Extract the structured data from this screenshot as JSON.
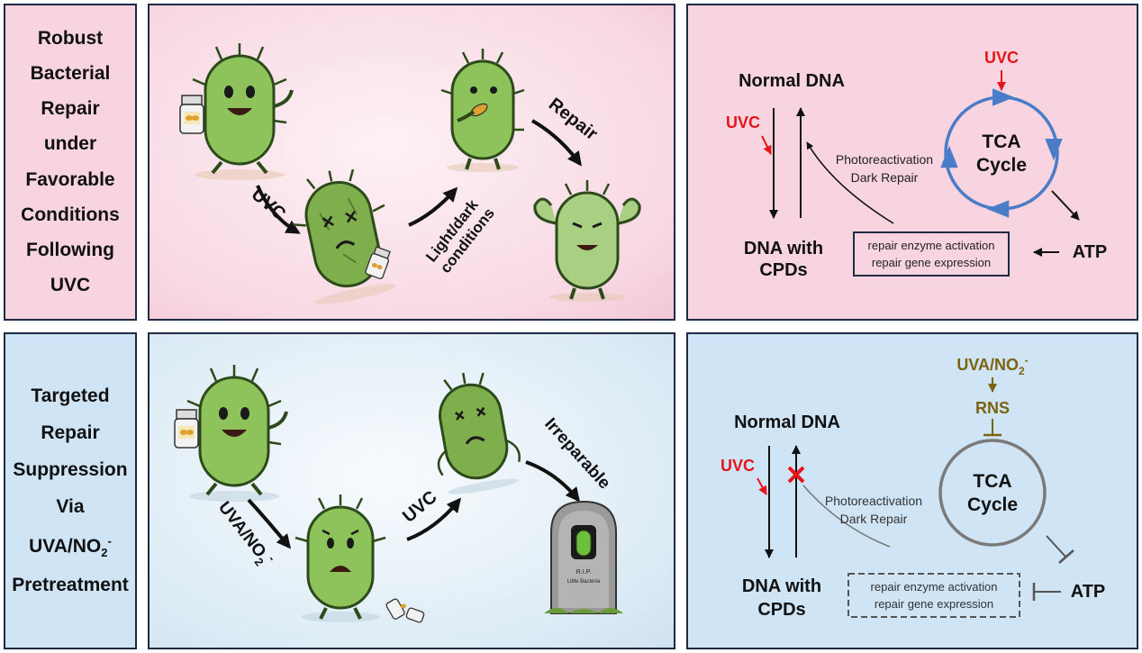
{
  "top": {
    "label_lines": [
      "Robust",
      "Bacterial",
      "Repair",
      "under",
      "Favorable",
      "Conditions",
      "Following",
      "UVC"
    ],
    "scene": {
      "arrow_uvc": "UVC",
      "arrow_light_dark_line1": "Light/dark",
      "arrow_light_dark_line2": "conditions",
      "arrow_repair": "Repair"
    },
    "mechanism": {
      "normal_dna": "Normal DNA",
      "uvc_left": "UVC",
      "photoreactivation": "Photoreactivation",
      "dark_repair": "Dark Repair",
      "uvc_top": "UVC",
      "tca_line1": "TCA",
      "tca_line2": "Cycle",
      "dna_with": "DNA with",
      "cpds": "CPDs",
      "box_line1": "repair enzyme activation",
      "box_line2": "repair gene expression",
      "atp": "ATP"
    }
  },
  "bottom": {
    "label_lines": [
      "Targeted",
      "Repair",
      "Suppression",
      "Via",
      "UVA/NO",
      "Pretreatment"
    ],
    "label_sub": "2",
    "label_sup": "-",
    "scene": {
      "arrow_uva": "UVA/NO",
      "arrow_uva_sub": "2",
      "arrow_uva_sup": "-",
      "arrow_uvc": "UVC",
      "arrow_irreparable": "Irreparable",
      "tomb_line1": "R.I.P.",
      "tomb_line2": "Little Bacteria"
    },
    "mechanism": {
      "normal_dna": "Normal DNA",
      "uvc_left": "UVC",
      "photoreactivation": "Photoreactivation",
      "dark_repair": "Dark Repair",
      "uva_no2": "UVA/NO",
      "uva_no2_sub": "2",
      "uva_no2_sup": "-",
      "rns": "RNS",
      "tca_line1": "TCA",
      "tca_line2": "Cycle",
      "dna_with": "DNA with",
      "cpds": "CPDs",
      "box_line1": "repair enzyme activation",
      "box_line2": "repair gene expression",
      "atp": "ATP"
    }
  },
  "colors": {
    "uvc_red": "#e8141c",
    "uva_olive": "#7a6410",
    "tca_blue": "#4a7cc8",
    "tca_gray": "#7a7a7a",
    "bacteria_green": "#8dc35a",
    "panel_pink": "#f7d4df",
    "panel_blue": "#cfe4f4"
  },
  "icons": [
    "bacterium-happy",
    "bacterium-dead",
    "bacterium-recovering",
    "bacterium-strong",
    "bacterium-sad",
    "pill-bottle",
    "tombstone",
    "inhibition-bar",
    "x-mark"
  ]
}
